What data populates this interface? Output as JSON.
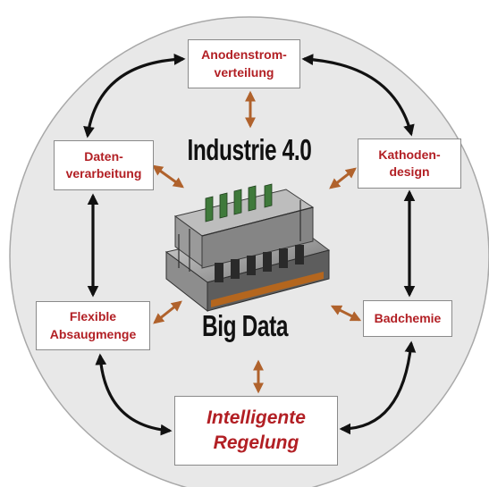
{
  "colors": {
    "circle_fill": "#e8e8e8",
    "label_red": "#b21f24",
    "headline_black": "#111111",
    "arrow_black": "#111111",
    "arrow_orange": "#b0622c"
  },
  "center": {
    "title_top": "Industrie 4.0",
    "title_bottom": "Big Data",
    "image": "machine-illustration"
  },
  "nodes": {
    "anode": "Anodenstrom-\nverteilung",
    "kathode": "Kathoden-\ndesign",
    "daten": "Daten-\nverarbeitung",
    "flexible": "Flexible\nAbsaugmenge",
    "bad": "Badchemie",
    "regelung": "Intelligente\nRegelung"
  }
}
